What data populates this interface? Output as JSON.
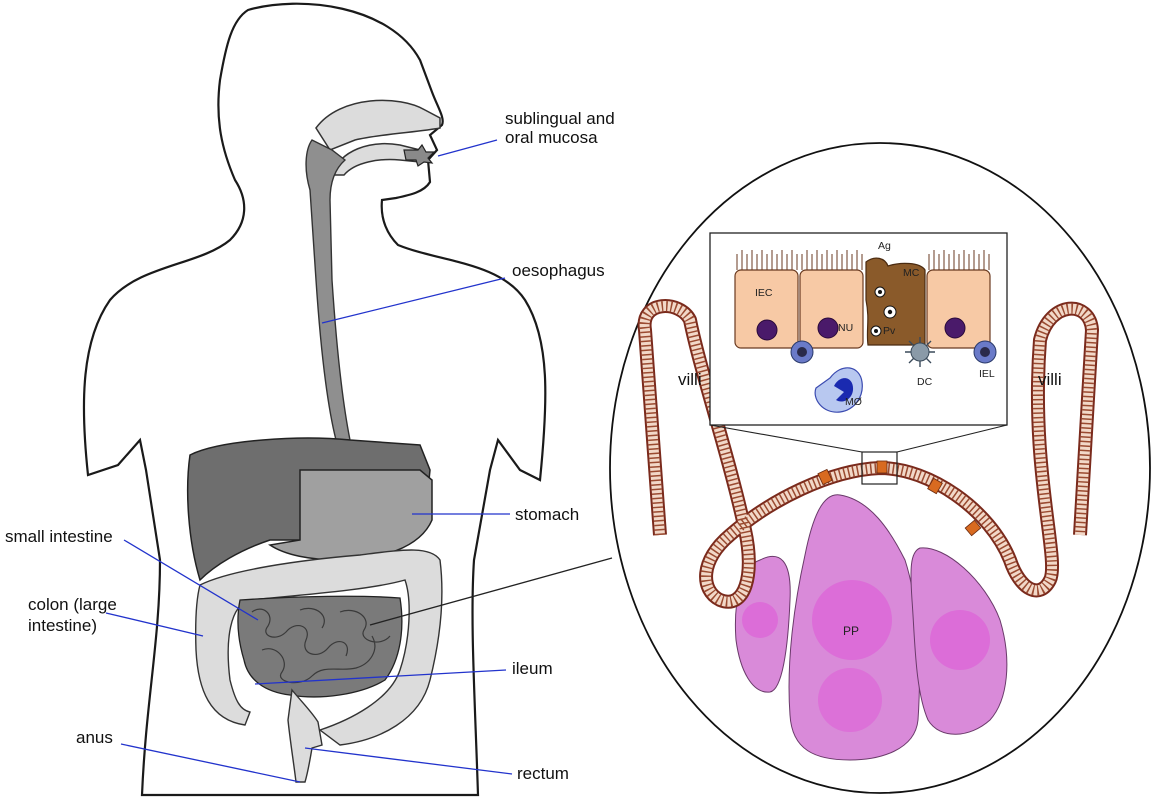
{
  "labels": {
    "sublingual_line1": "sublingual and",
    "sublingual_line2": "oral mucosa",
    "oesophagus": "oesophagus",
    "stomach": "stomach",
    "small_intestine": "small intestine",
    "colon_line1": "colon (large",
    "colon_line2": "intestine)",
    "ileum": "ileum",
    "anus": "anus",
    "rectum": "rectum",
    "villi_left": "villi",
    "villi_right": "villi",
    "pp": "PP"
  },
  "cell_labels": {
    "ag": "Ag",
    "mc": "MC",
    "iec": "IEC",
    "nu": "NU",
    "pv": "Pv",
    "dc": "DC",
    "iel": "IEL",
    "macrophage": "MØ"
  },
  "colors": {
    "leader_line": "#2233cc",
    "villus_wall": "#7a2a1c",
    "epithelial_cell": "#f7c9a5",
    "m_cell": "#8a5a2a",
    "nucleus": "#4a1a6a",
    "peyers_patch": "#d98ad9",
    "organ_dark": "#6e6e6e",
    "organ_mid": "#a0a0a0",
    "organ_light": "#dcdcdc"
  }
}
